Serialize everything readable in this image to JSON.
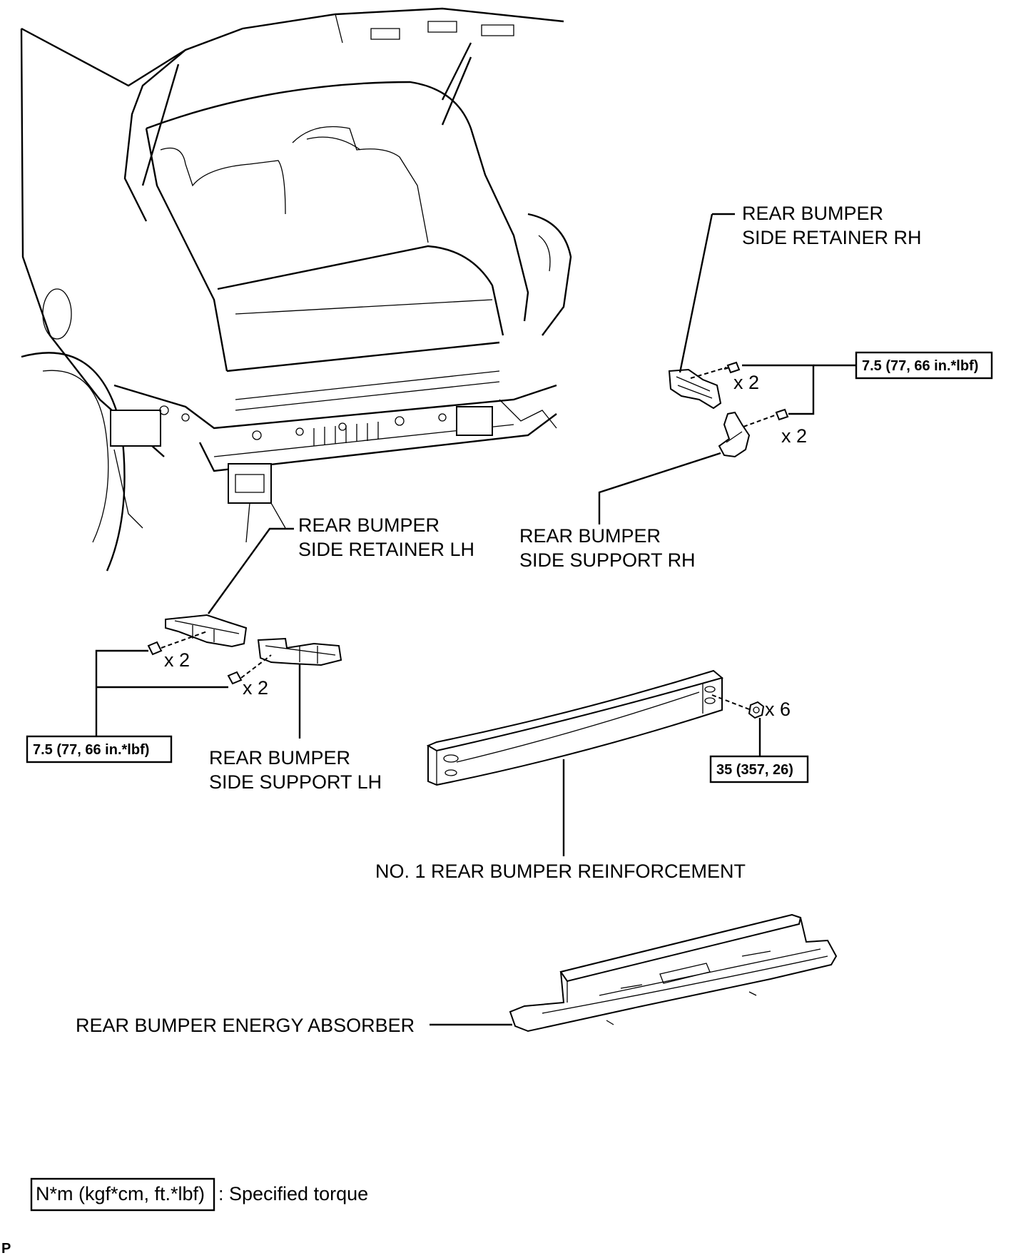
{
  "labels": {
    "retainer_rh": [
      "REAR BUMPER",
      "SIDE RETAINER RH"
    ],
    "support_rh": [
      "REAR BUMPER",
      "SIDE SUPPORT RH"
    ],
    "retainer_lh": [
      "REAR BUMPER",
      "SIDE RETAINER LH"
    ],
    "support_lh": [
      "REAR BUMPER",
      "SIDE SUPPORT LH"
    ],
    "reinforcement": "NO. 1 REAR BUMPER REINFORCEMENT",
    "absorber": "REAR BUMPER ENERGY ABSORBER"
  },
  "torque": {
    "rh": "7.5 (77, 66 in.*lbf)",
    "lh": "7.5 (77, 66 in.*lbf)",
    "reinforcement": "35 (357, 26)"
  },
  "quantities": {
    "rh_retainer_bolt": "x 2",
    "rh_support_bolt": "x 2",
    "lh_retainer_bolt": "x 2",
    "lh_support_bolt": "x 2",
    "reinforcement_nut": "x 6"
  },
  "legend": {
    "unit": "N*m (kgf*cm, ft.*lbf)",
    "description": ": Specified torque"
  },
  "corner_mark": "P"
}
